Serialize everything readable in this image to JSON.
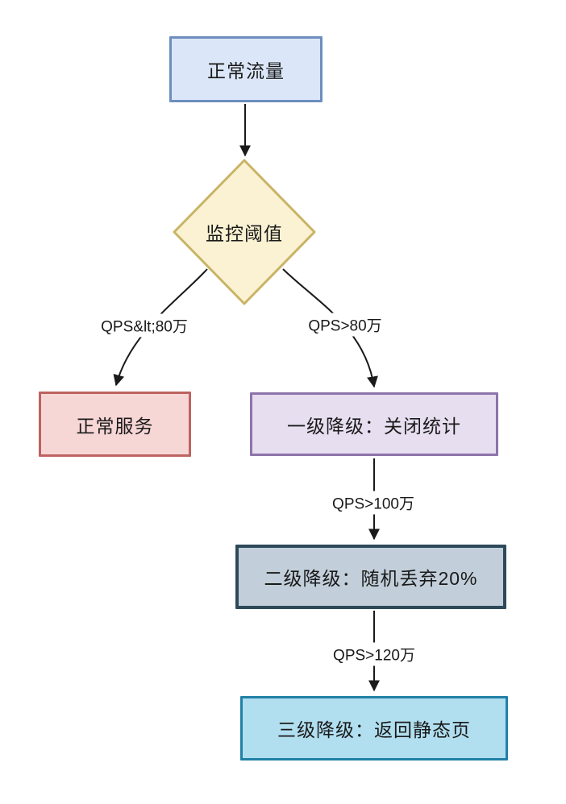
{
  "diagram": {
    "type": "flowchart",
    "background": "#ffffff",
    "edge_color": "#1a1a1a",
    "nodes": {
      "normal_traffic": {
        "label": "正常流量",
        "shape": "rect",
        "fill": "#dbe7f8",
        "border": "#6d8ebe"
      },
      "monitor_threshold": {
        "label": "监控阈值",
        "shape": "diamond",
        "fill": "#faf2d2",
        "border": "#c9b465"
      },
      "normal_service": {
        "label": "正常服务",
        "shape": "rect",
        "fill": "#f7d6d6",
        "border": "#bd6360"
      },
      "level1_degrade": {
        "label": "一级降级：关闭统计",
        "shape": "rect",
        "fill": "#e7def0",
        "border": "#8d74a9"
      },
      "level2_degrade": {
        "label": "二级降级：随机丢弃20%",
        "shape": "rect",
        "fill": "#c2cfda",
        "border": "#2e4a5a"
      },
      "level3_degrade": {
        "label": "三级降级：返回静态页",
        "shape": "rect",
        "fill": "#b1dff0",
        "border": "#2180a5"
      }
    },
    "edges": [
      {
        "from": "normal_traffic",
        "to": "monitor_threshold",
        "label": ""
      },
      {
        "from": "monitor_threshold",
        "to": "normal_service",
        "label": "QPS&lt;80万"
      },
      {
        "from": "monitor_threshold",
        "to": "level1_degrade",
        "label": "QPS>80万"
      },
      {
        "from": "level1_degrade",
        "to": "level2_degrade",
        "label": "QPS>100万"
      },
      {
        "from": "level2_degrade",
        "to": "level3_degrade",
        "label": "QPS>120万"
      }
    ],
    "edge_labels": {
      "qps_lt_80": "QPS&lt;80万",
      "qps_gt_80": "QPS>80万",
      "qps_gt_100": "QPS>100万",
      "qps_gt_120": "QPS>120万"
    }
  }
}
